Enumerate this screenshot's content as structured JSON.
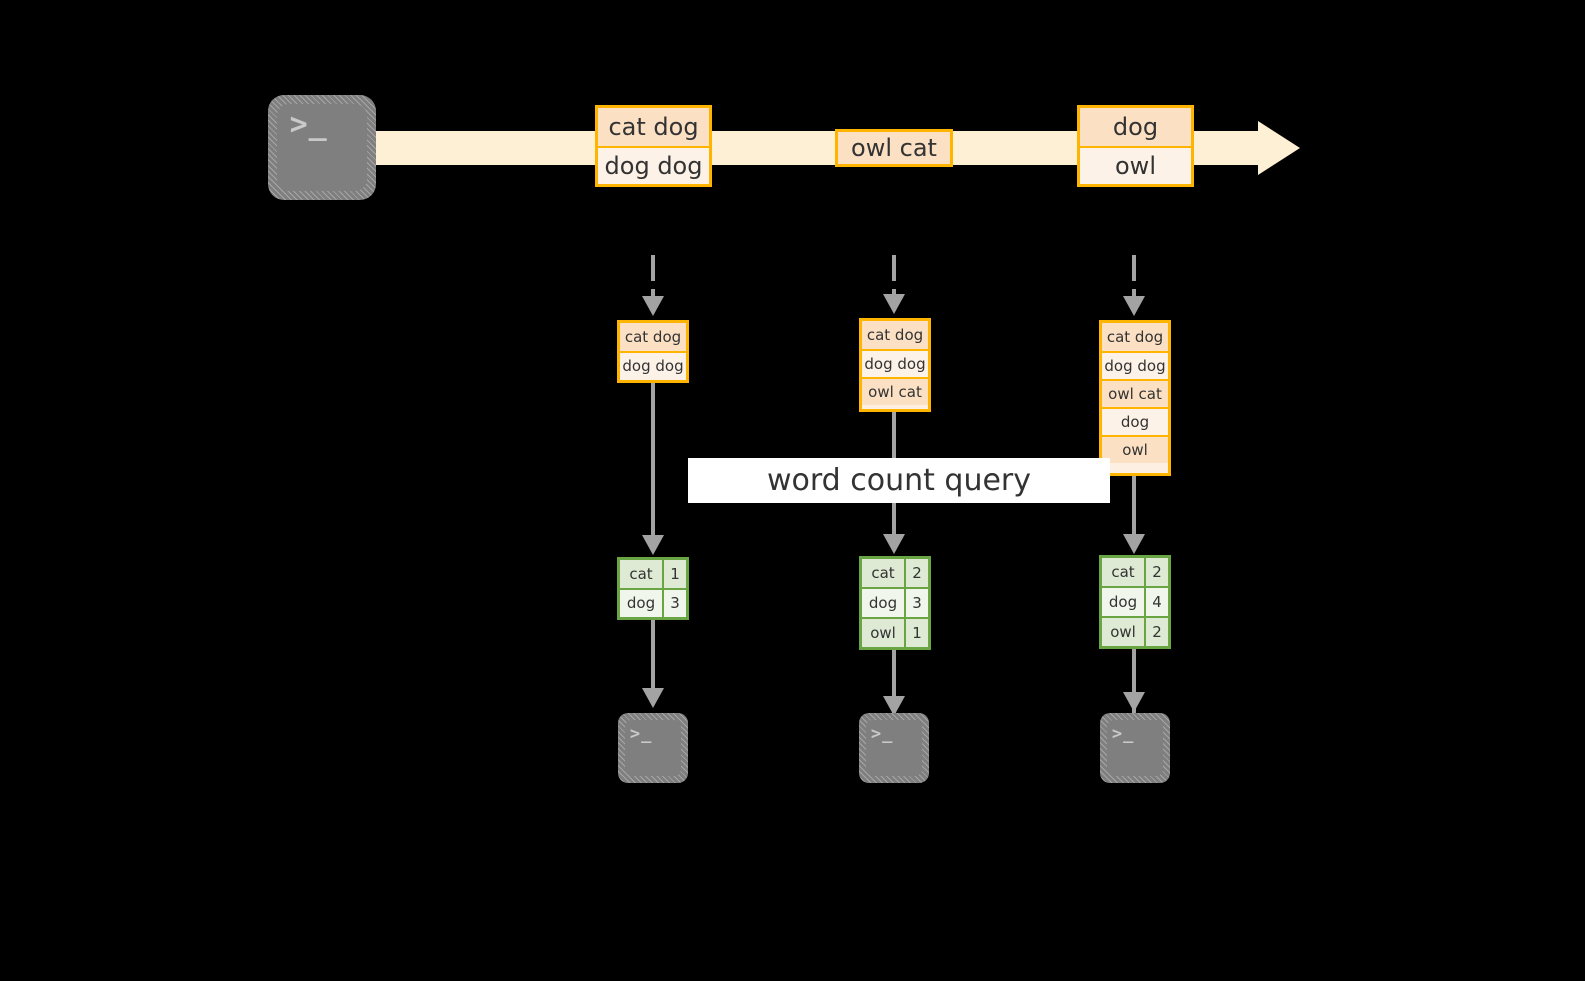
{
  "diagram": {
    "title_label": "word count query",
    "colors": {
      "background": "#000000",
      "stream_fill": "#fdf0d5",
      "event_border": "#ffb400",
      "event_fill_dark": "#fbe0c4",
      "event_fill_light": "#fdf2e7",
      "result_border": "#6aa544",
      "result_fill_dark": "#dfead4",
      "result_fill_light": "#f1f6ed",
      "connector": "#a3a3a3",
      "terminal_fill": "#7f7f7f",
      "label_fill": "#ffffff",
      "text": "#333333"
    },
    "source_terminal": {
      "icon": "terminal-prompt-icon",
      "glyph": ">_"
    },
    "stream_events": [
      {
        "id": "batch-1",
        "lines": [
          {
            "text": "cat dog",
            "shade": "dark"
          },
          {
            "text": "dog dog",
            "shade": "light"
          }
        ]
      },
      {
        "id": "batch-2",
        "lines": [
          {
            "text": "owl cat",
            "shade": "dark"
          }
        ]
      },
      {
        "id": "batch-3",
        "lines": [
          {
            "text": "dog",
            "shade": "dark"
          },
          {
            "text": "owl",
            "shade": "light"
          }
        ]
      }
    ],
    "state_snapshots": [
      {
        "id": "snapshot-1",
        "lines": [
          {
            "text": "cat dog",
            "shade": "dark"
          },
          {
            "text": "dog dog",
            "shade": "light"
          }
        ]
      },
      {
        "id": "snapshot-2",
        "lines": [
          {
            "text": "cat dog",
            "shade": "dark"
          },
          {
            "text": "dog dog",
            "shade": "light"
          },
          {
            "text": "owl cat",
            "shade": "dark"
          }
        ]
      },
      {
        "id": "snapshot-3",
        "lines": [
          {
            "text": "cat dog",
            "shade": "dark"
          },
          {
            "text": "dog dog",
            "shade": "light"
          },
          {
            "text": "owl cat",
            "shade": "dark"
          },
          {
            "text": "dog",
            "shade": "light"
          },
          {
            "text": "owl",
            "shade": "dark"
          }
        ]
      }
    ],
    "results": [
      {
        "id": "result-1",
        "rows": [
          {
            "word": "cat",
            "count": "1",
            "shade": "dark"
          },
          {
            "word": "dog",
            "count": "3",
            "shade": "light"
          }
        ]
      },
      {
        "id": "result-2",
        "rows": [
          {
            "word": "cat",
            "count": "2",
            "shade": "dark"
          },
          {
            "word": "dog",
            "count": "3",
            "shade": "light"
          },
          {
            "word": "owl",
            "count": "1",
            "shade": "dark"
          }
        ]
      },
      {
        "id": "result-3",
        "rows": [
          {
            "word": "cat",
            "count": "2",
            "shade": "dark"
          },
          {
            "word": "dog",
            "count": "4",
            "shade": "light"
          },
          {
            "word": "owl",
            "count": "2",
            "shade": "dark"
          }
        ]
      }
    ],
    "sink_terminals": [
      {
        "id": "sink-1",
        "icon": "terminal-prompt-icon",
        "glyph": ">_"
      },
      {
        "id": "sink-2",
        "icon": "terminal-prompt-icon",
        "glyph": ">_"
      },
      {
        "id": "sink-3",
        "icon": "terminal-prompt-icon",
        "glyph": ">_"
      }
    ]
  }
}
